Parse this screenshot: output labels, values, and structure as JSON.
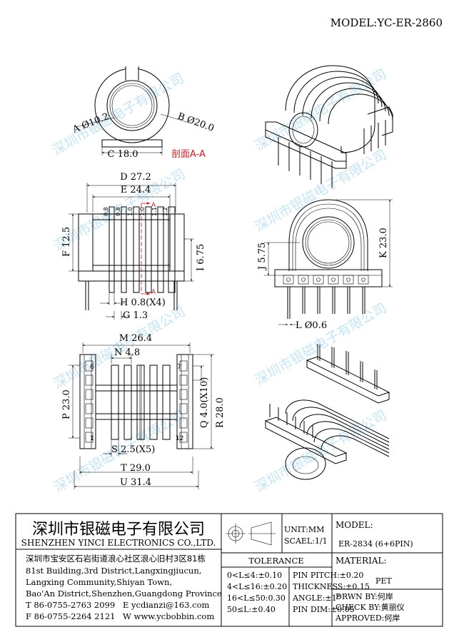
{
  "header": {
    "model": "MODEL:YC-ER-2860"
  },
  "watermark": {
    "text": "深圳市银磁电子有限公司"
  },
  "section_view": {
    "dim_a": "A Ø10.2",
    "dim_b": "B Ø20.0",
    "dim_c": "C 18.0",
    "section_label": "剖面A-A"
  },
  "front_view": {
    "dim_d": "D 27.2",
    "dim_e": "E 24.4",
    "dim_f": "F 12.5",
    "dim_i": "I 6.75",
    "dim_h": "H 0.8(X4)",
    "dim_g": "G 1.3",
    "fin_labels": [
      "0.8",
      "0.8",
      "1.0",
      "1.0",
      "1.1",
      "1.2"
    ],
    "cut_mark": "A"
  },
  "side_view": {
    "dim_j": "J 5.75",
    "dim_k": "K 23.0",
    "dim_l": "L Ø0.6"
  },
  "bottom_view": {
    "dim_m": "M 26.4",
    "dim_n": "N 4.8",
    "dim_p": "P 23.0",
    "dim_q": "Q 4.0(X10)",
    "dim_r": "R 28.0",
    "dim_s": "S 2.5(X5)",
    "dim_t": "T 29.0",
    "dim_u": "U 31.4",
    "pin_left": [
      "6",
      "1"
    ],
    "pin_right": [
      "7",
      "12"
    ]
  },
  "title_block": {
    "company_cn": "深圳市银磁电子有限公司",
    "company_en": "SHENZHEN YINCI ELECTRONICS CO.,LTD.",
    "address_cn": "深圳市宝安区石岩街道浪心社区浪心旧村3区81栋",
    "address_en_1": "81st Building,3rd District,Langxingjiucun,",
    "address_en_2": "Langxing Community,Shiyan Town,",
    "address_en_3": "Bao'An District,Shenzhen,Guangdong Province",
    "tel": "T 86-0755-2763 2099",
    "email": "E ycdianzi@163.com",
    "fax": "F 86-0755-2264 2121",
    "web": "W www.ycbobbin.com",
    "unit": "UNIT:MM",
    "scale": "SCAEL:1/1",
    "tolerance_title": "TOLERANCE",
    "tol_rows": [
      [
        "0<L≤4:±0.10",
        "PIN PITCH:±0.20"
      ],
      [
        "4<L≤16:±0.20",
        "THICKNESS:±0.15"
      ],
      [
        "16<L≤50:0.30",
        "ANGLE:±1°"
      ],
      [
        "50≤L:±0.40",
        "PIN DIM:±0.05"
      ]
    ],
    "model_label": "MODEL:",
    "model_value": "ER-2834 (6+6PIN)",
    "material_label": "MATERIAL:",
    "material_value": "PET",
    "drawn_by": "DRWN BY:何岸",
    "check_by": "CHECK BY:黄丽仪",
    "approved": "APPROVED:何岸"
  }
}
